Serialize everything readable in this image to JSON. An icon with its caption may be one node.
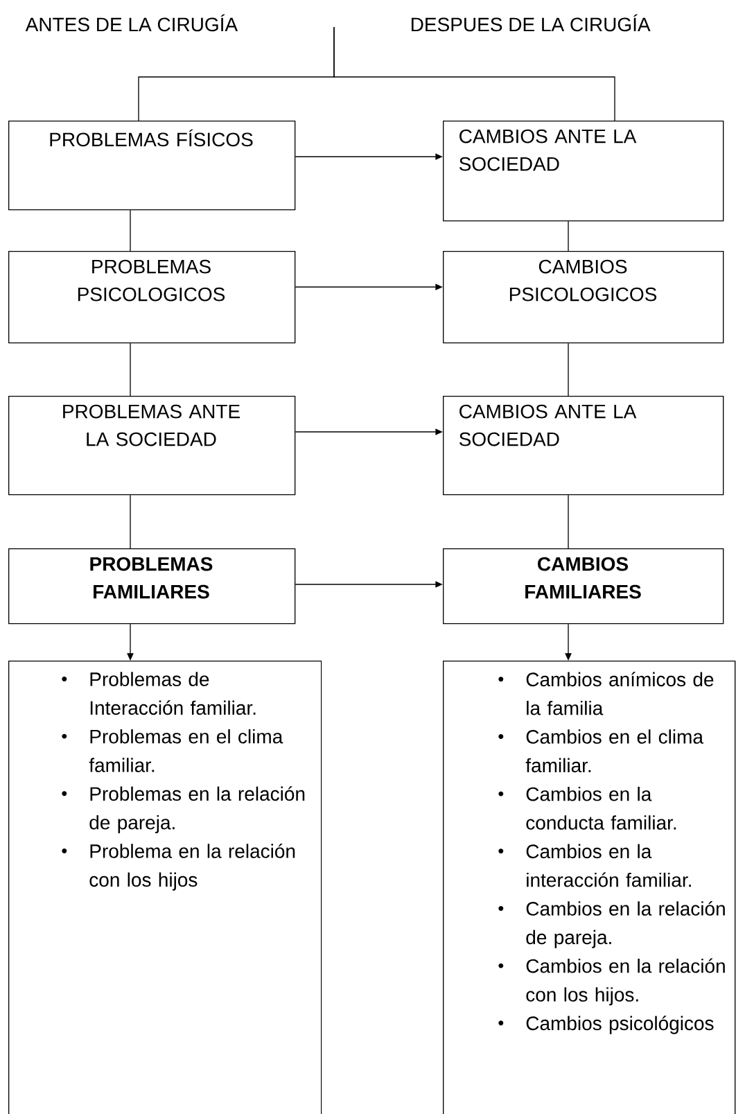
{
  "diagram": {
    "nodes": [
      {
        "text": [
          "PROBLEMAS FÍSICOS"
        ]
      },
      {
        "text": [
          "CAMBIOS ANTE LA SOCIEDAD"
        ]
      },
      {
        "text": [
          "PROBLEMAS PSICOLOGICOS"
        ]
      },
      {
        "text": [
          "CAMBIOS PSICOLOGICOS"
        ]
      },
      {
        "text": [
          "PROBLEMAS ANTE LA SOCIEDAD"
        ]
      },
      {
        "text": [
          "CAMBIOS ANTE LA SOCIEDAD"
        ]
      },
      {
        "text": [
          "PROBLEMAS FAMILIARES"
        ]
      },
      {
        "text": [
          "CAMBIOS FAMILIARES"
        ]
      },
      {
        "text": [
          "Problemas de Interacción familiar.",
          "Problemas en el clima familiar.",
          "Problemas en la relación de pareja.",
          "Problema en la relación con los hijos"
        ]
      },
      {
        "text": [
          "Cambios anímicos de la familia",
          "Cambios en el clima familiar.",
          "Cambios en la conducta familiar.",
          "Cambios en la interacción familiar.",
          "Cambios en la relación de pareja.",
          "Cambios en la relación con los hijos.",
          "Cambios psicológicos"
        ]
      }
    ],
    "edges": [
      {
        "from": null,
        "to": 0,
        "arrow": "none"
      },
      {
        "from": null,
        "to": 1,
        "arrow": "none"
      },
      {
        "from": 0,
        "to": 1,
        "arrow": "to"
      },
      {
        "from": 0,
        "to": 2,
        "arrow": "none"
      },
      {
        "from": 1,
        "to": 3,
        "arrow": "none"
      },
      {
        "from": 2,
        "to": 3,
        "arrow": "to"
      },
      {
        "from": 2,
        "to": 4,
        "arrow": "none"
      },
      {
        "from": 3,
        "to": 5,
        "arrow": "none"
      },
      {
        "from": 4,
        "to": 5,
        "arrow": "to"
      },
      {
        "from": 4,
        "to": 6,
        "arrow": "none"
      },
      {
        "from": 5,
        "to": 7,
        "arrow": "none"
      },
      {
        "from": 6,
        "to": 7,
        "arrow": "to"
      },
      {
        "from": 6,
        "to": 8,
        "arrow": "to"
      },
      {
        "from": 7,
        "to": 9,
        "arrow": "to"
      }
    ],
    "labels": [
      "ANTES DE LA CIRUGÍA",
      "DESPUES DE LA CIRUGÍA"
    ]
  }
}
